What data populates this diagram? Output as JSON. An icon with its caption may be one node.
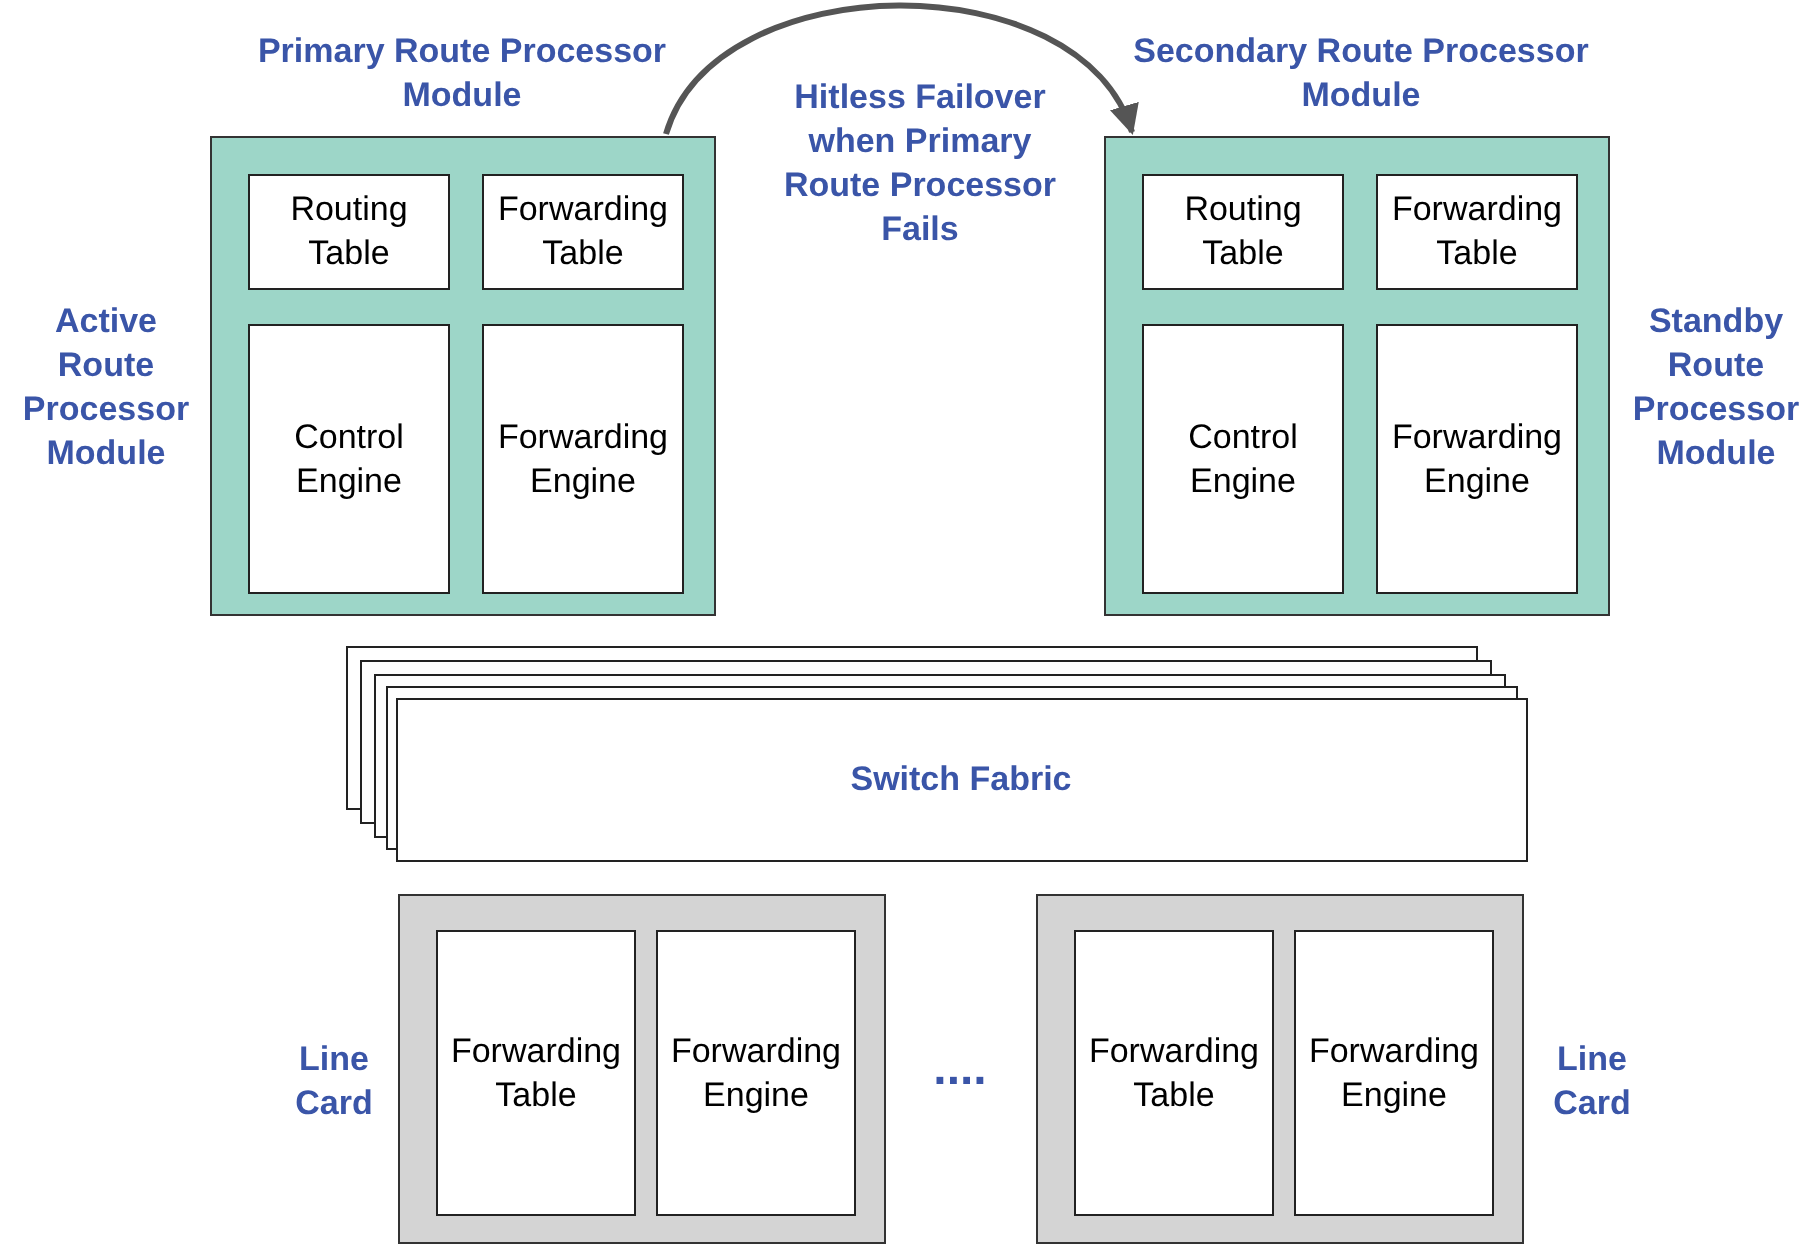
{
  "diagram": {
    "nodes": [
      {
        "text": [
          "Primary Route Processor Module"
        ],
        "beside": [
          "Active Route Processor Module"
        ]
      },
      {
        "text": [
          "Routing Table"
        ],
        "in": 0
      },
      {
        "text": [
          "Forwarding Table"
        ],
        "in": 0
      },
      {
        "text": [
          "Control Engine"
        ],
        "in": 0
      },
      {
        "text": [
          "Forwarding Engine"
        ],
        "in": 0
      },
      {
        "text": [
          "Secondary Route Processor Module"
        ],
        "beside": [
          "Standby Route Processor Module"
        ]
      },
      {
        "text": [
          "Routing Table"
        ],
        "in": 5
      },
      {
        "text": [
          "Forwarding Table"
        ],
        "in": 5
      },
      {
        "text": [
          "Control Engine"
        ],
        "in": 5
      },
      {
        "text": [
          "Forwarding Engine"
        ],
        "in": 5
      },
      {
        "text": [
          "Switch Fabric"
        ]
      },
      {
        "text": [
          "Line Card"
        ]
      },
      {
        "text": [
          "Forwarding Table"
        ],
        "in": 11
      },
      {
        "text": [
          "Forwarding Engine"
        ],
        "in": 11
      },
      {
        "text": [
          "Line Card"
        ]
      },
      {
        "text": [
          "Forwarding Table"
        ],
        "in": 14
      },
      {
        "text": [
          "Forwarding Engine"
        ],
        "in": 14
      }
    ],
    "edges": [
      {
        "from": 0,
        "to": 5,
        "arrow": "to",
        "label": "Hitless Failover when Primary Route Processor Fails"
      }
    ],
    "labels": [
      "...."
    ]
  }
}
